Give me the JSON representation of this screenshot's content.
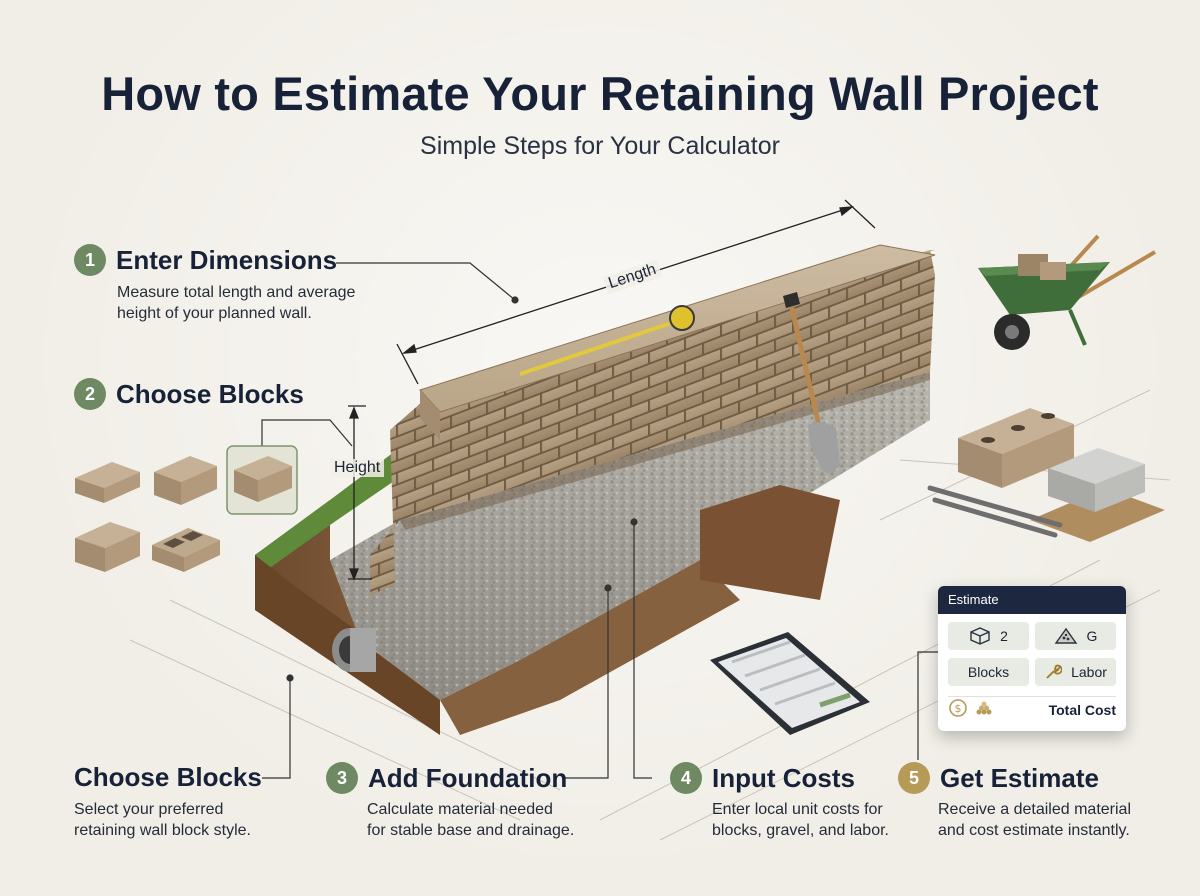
{
  "title": "How to Estimate Your Retaining Wall Project",
  "subtitle": "Simple Steps for Your Calculator",
  "colors": {
    "step_green": "#6f8a63",
    "step_gold": "#b59a58",
    "navy": "#1d2740",
    "block_tan": "#b39a7c",
    "gravel": "#a8a59e",
    "soil": "#7a5233",
    "grass": "#5e8a3a"
  },
  "steps": [
    {
      "number": "1",
      "title": "Enter Dimensions",
      "description": [
        "Measure total length and average",
        "height of your planned wall."
      ]
    },
    {
      "number": "2",
      "title": "Choose Blocks",
      "description": []
    },
    {
      "number": "",
      "title": "Choose Blocks",
      "description": [
        "Select your preferred",
        "retaining wall block style."
      ]
    },
    {
      "number": "3",
      "title": "Add Foundation",
      "description": [
        "Calculate material needed",
        "for stable base and drainage."
      ]
    },
    {
      "number": "4",
      "title": "Input Costs",
      "description": [
        "Enter local unit costs for",
        "blocks, gravel, and labor."
      ]
    },
    {
      "number": "5",
      "title": "Get Estimate",
      "description": [
        "Receive a detailed material",
        "and cost estimate instantly."
      ]
    }
  ],
  "dimensions": {
    "length_label": "Length",
    "height_label": "Height"
  },
  "estimate_card": {
    "header": "Estimate",
    "cells": [
      {
        "icon": "block-icon",
        "label": "2"
      },
      {
        "icon": "gravel-pile-icon",
        "label": "G"
      },
      {
        "icon": "",
        "label": "Blocks"
      },
      {
        "icon": "wrench-icon",
        "label": "Labor"
      }
    ],
    "total_label": "Total Cost",
    "total_icons": [
      "dollar-coin-icon",
      "gravel-pile-icon"
    ]
  },
  "illustration_icons": [
    "wheelbarrow-icon",
    "shovel-icon",
    "tape-measure-icon",
    "tablet-icon",
    "drain-pipe-icon",
    "block-pallet-icon",
    "rebar-icon"
  ]
}
